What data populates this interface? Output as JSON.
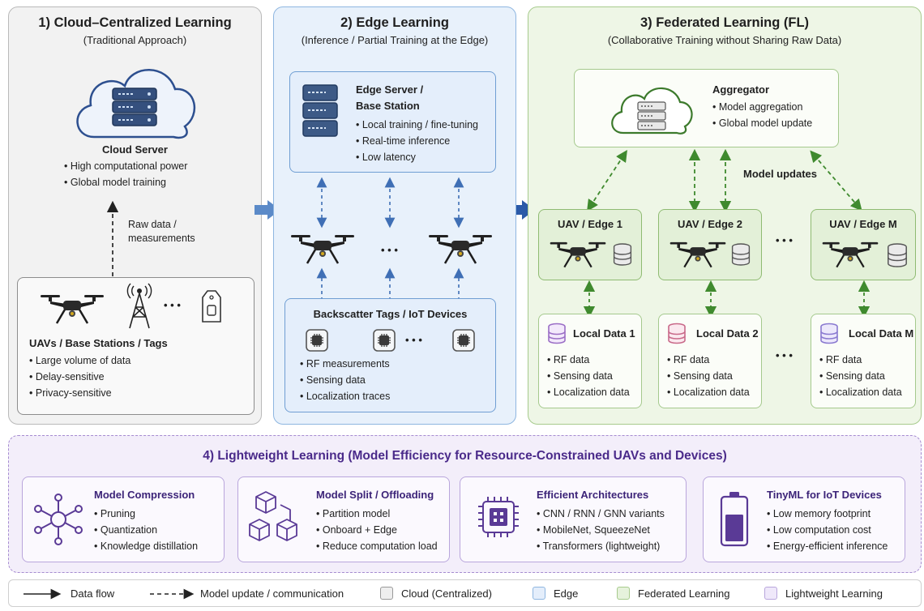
{
  "panel1": {
    "title": "1) Cloud–Centralized Learning",
    "subtitle": "(Traditional Approach)",
    "server_title": "Cloud Server",
    "server_items": [
      "High computational power",
      "Global model training"
    ],
    "flow_label_1": "Raw data /",
    "flow_label_2": "measurements",
    "devices_title": "UAVs / Base Stations / Tags",
    "devices_items": [
      "Large volume of data",
      "Delay-sensitive",
      "Privacy-sensitive"
    ],
    "ellipsis": "• • •"
  },
  "panel2": {
    "title": "2) Edge Learning",
    "subtitle": "(Inference / Partial Training at the Edge)",
    "server_title_1": "Edge Server /",
    "server_title_2": "Base Station",
    "server_items": [
      "Local training / fine-tuning",
      "Real-time inference",
      "Low latency"
    ],
    "iot_title": "Backscatter Tags / IoT Devices",
    "iot_items": [
      "RF measurements",
      "Sensing data",
      "Localization traces"
    ],
    "ellipsis": "• • •"
  },
  "panel3": {
    "title": "3) Federated Learning (FL)",
    "subtitle": "(Collaborative Training without Sharing Raw Data)",
    "aggregator_title": "Aggregator",
    "aggregator_items": [
      "Model aggregation",
      "Global model update"
    ],
    "model_updates": "Model updates",
    "edges": [
      "UAV / Edge 1",
      "UAV / Edge 2",
      "UAV / Edge M"
    ],
    "local": [
      {
        "title": "Local Data 1",
        "items": [
          "RF data",
          "Sensing data",
          "Localization data"
        ],
        "color": "#9b6fc6"
      },
      {
        "title": "Local Data 2",
        "items": [
          "RF data",
          "Sensing data",
          "Localization data"
        ],
        "color": "#c96a8a"
      },
      {
        "title": "Local Data M",
        "items": [
          "RF data",
          "Sensing data",
          "Localization data"
        ],
        "color": "#8a7ad0"
      }
    ],
    "ellipsis": "• • •"
  },
  "panel4": {
    "title": "4) Lightweight Learning (Model Efficiency for Resource-Constrained UAVs and Devices)",
    "cards": [
      {
        "title": "Model Compression",
        "items": [
          "Pruning",
          "Quantization",
          "Knowledge distillation"
        ],
        "icon": "network-icon"
      },
      {
        "title": "Model Split / Offloading",
        "items": [
          "Partition model",
          "Onboard + Edge",
          "Reduce computation load"
        ],
        "icon": "cubes-icon"
      },
      {
        "title": "Efficient Architectures",
        "items": [
          "CNN / RNN / GNN variants",
          "MobileNet, SqueezeNet",
          "Transformers (lightweight)"
        ],
        "icon": "chip-icon"
      },
      {
        "title": "TinyML for IoT Devices",
        "items": [
          "Low memory footprint",
          "Low computation cost",
          "Energy-efficient inference"
        ],
        "icon": "battery-icon"
      }
    ]
  },
  "legend": {
    "data_flow": "Data flow",
    "model_update": "Model update / communication",
    "cloud": "Cloud (Centralized)",
    "edge": "Edge",
    "fl": "Federated Learning",
    "lightweight": "Lightweight Learning",
    "colors": {
      "cloud": "#eeeeee",
      "edge": "#e4eefb",
      "fl": "#e6f2dc",
      "lightweight": "#efe8fa"
    }
  },
  "colors": {
    "accent_purple": "#4a2a8a",
    "arrow_blue": "#3f6fb5",
    "arrow_green": "#3f8a2e"
  }
}
